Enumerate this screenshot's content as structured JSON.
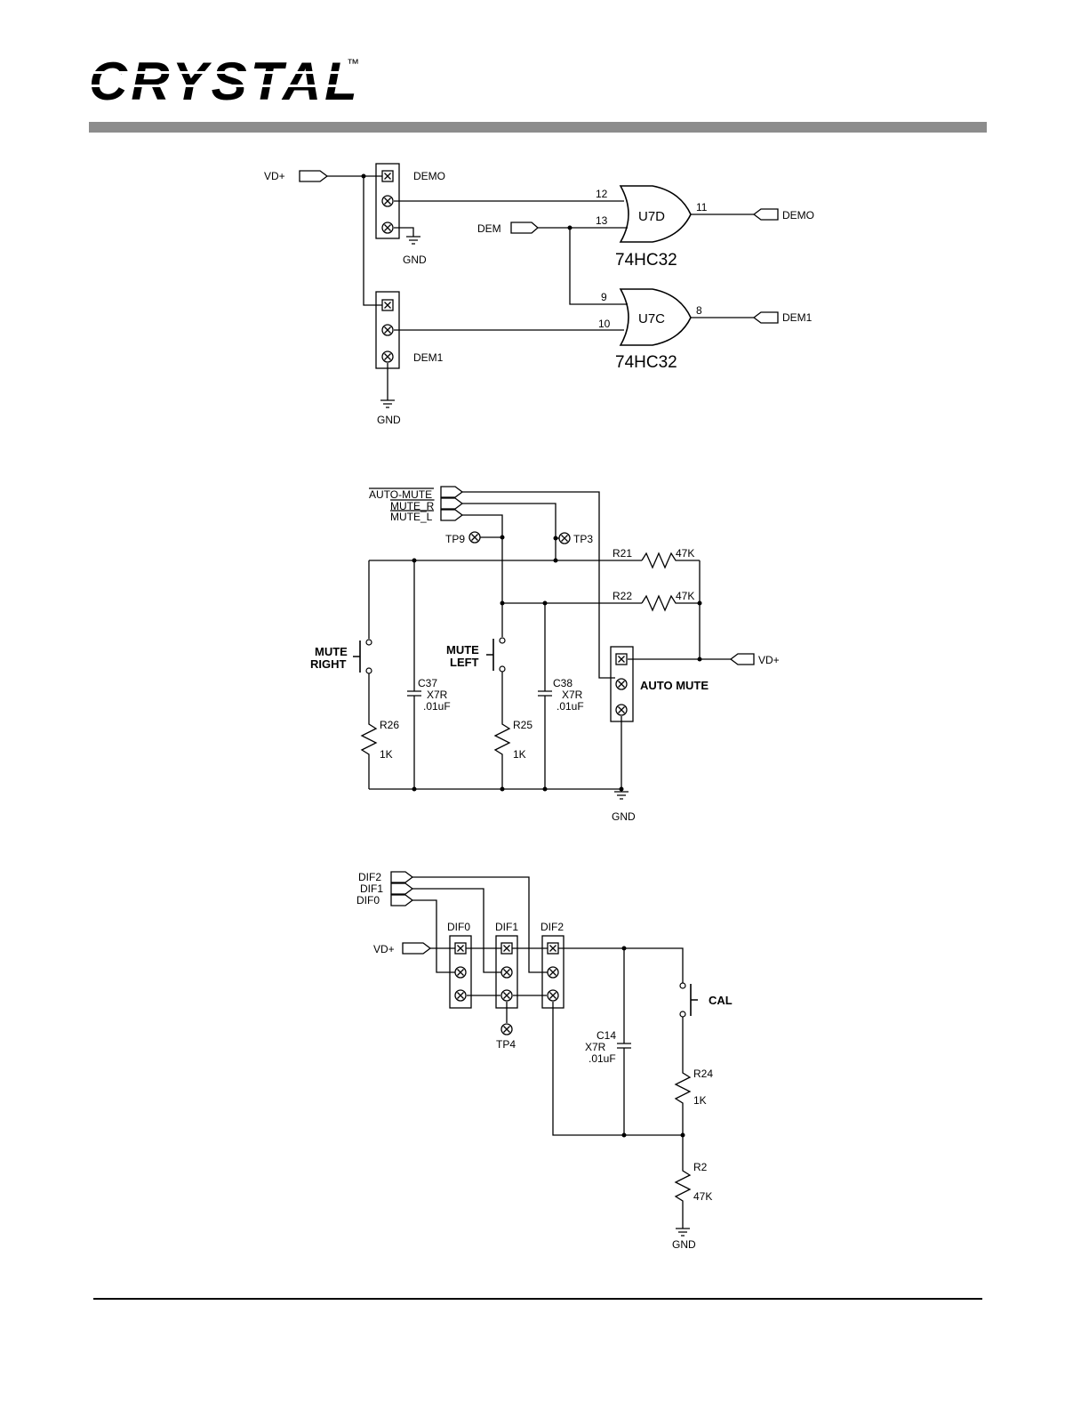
{
  "logo": {
    "text": "CRYSTAL",
    "tm": "™"
  },
  "colors": {
    "rule": "#8c8c8c",
    "ink": "#000000"
  },
  "section1": {
    "vd": "VD+",
    "demo_jumper": "DEMO",
    "dem1_jumper": "DEM1",
    "gnd_a": "GND",
    "gnd_b": "GND",
    "dem_in": "DEM",
    "u7d": {
      "name": "U7D",
      "part": "74HC32",
      "pin_a": "12",
      "pin_b": "13",
      "pin_out": "11",
      "out_label": "DEMO"
    },
    "u7c": {
      "name": "U7C",
      "part": "74HC32",
      "pin_a": "9",
      "pin_b": "10",
      "pin_out": "8",
      "out_label": "DEM1"
    }
  },
  "section2": {
    "auto_mute": "AUTO-MUTE",
    "mute_r": "MUTE_R",
    "mute_l": "MUTE_L",
    "tp9": "TP9",
    "tp3": "TP3",
    "r21": {
      "name": "R21",
      "value": "47K"
    },
    "r22": {
      "name": "R22",
      "value": "47K"
    },
    "mute_right": [
      "MUTE",
      "RIGHT"
    ],
    "mute_left": [
      "MUTE",
      "LEFT"
    ],
    "vd": "VD+",
    "auto_mute_jumper": "AUTO MUTE",
    "c37": [
      "C37",
      "X7R",
      ".01uF"
    ],
    "c38": [
      "C38",
      "X7R",
      ".01uF"
    ],
    "r26": {
      "name": "R26",
      "value": "1K"
    },
    "r25": {
      "name": "R25",
      "value": "1K"
    },
    "gnd": "GND"
  },
  "section3": {
    "dif2": "DIF2",
    "dif1": "DIF1",
    "dif0": "DIF0",
    "vd": "VD+",
    "jumpers": [
      "DIF0",
      "DIF1",
      "DIF2"
    ],
    "tp4": "TP4",
    "c14": [
      "C14",
      "X7R",
      ".01uF"
    ],
    "cal": "CAL",
    "r24": {
      "name": "R24",
      "value": "1K"
    },
    "r2": {
      "name": "R2",
      "value": "47K"
    },
    "gnd": "GND"
  }
}
